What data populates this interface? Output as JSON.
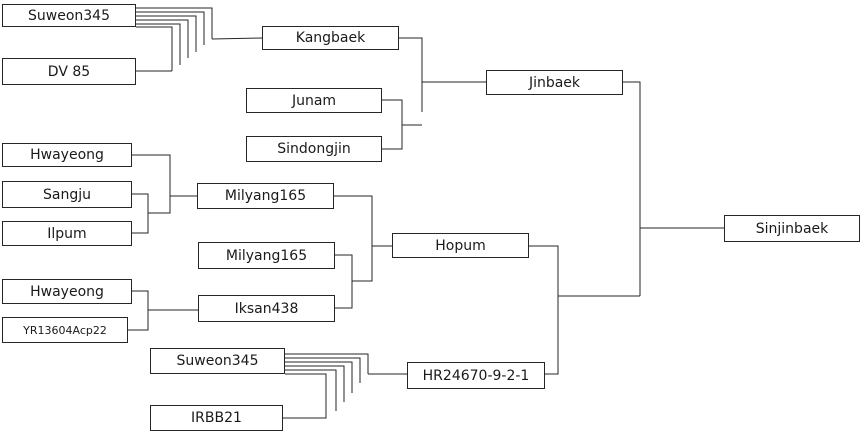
{
  "nodes": {
    "suweon345_top": "Suweon345",
    "dv85": "DV 85",
    "kangbaek": "Kangbaek",
    "junam": "Junam",
    "sindongjin": "Sindongjin",
    "jinbaek": "Jinbaek",
    "hwayeong_1": "Hwayeong",
    "sangju": "Sangju",
    "ilpum": "Ilpum",
    "milyang165_1": "Milyang165",
    "milyang165_2": "Milyang165",
    "hopum": "Hopum",
    "hwayeong_2": "Hwayeong",
    "yr13604acp22": "YR13604Acp22",
    "iksan438": "Iksan438",
    "sinjinbaek": "Sinjinbaek",
    "suweon345_bottom": "Suweon345",
    "irbb21": "IRBB21",
    "hr24670": "HR24670-9-2-1"
  },
  "colors": {
    "line": "#262626",
    "text": "#1a1a1a",
    "background": "#ffffff"
  }
}
